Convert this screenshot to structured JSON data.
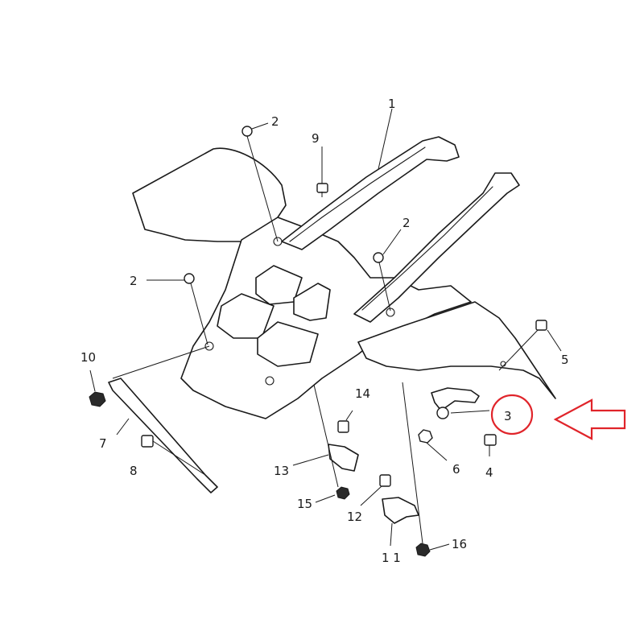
{
  "callouts": {
    "c1": "1",
    "c2a": "2",
    "c2b": "2",
    "c2c": "2",
    "c3": "3",
    "c4": "4",
    "c5": "5",
    "c6": "6",
    "c7": "7",
    "c8": "8",
    "c9": "9",
    "c10": "10",
    "c11": "1 1",
    "c12": "12",
    "c13": "13",
    "c14": "14",
    "c15": "15",
    "c16": "16"
  },
  "colors": {
    "line": "#1a1a1a",
    "highlight": "#e0242a",
    "background": "#ffffff"
  }
}
